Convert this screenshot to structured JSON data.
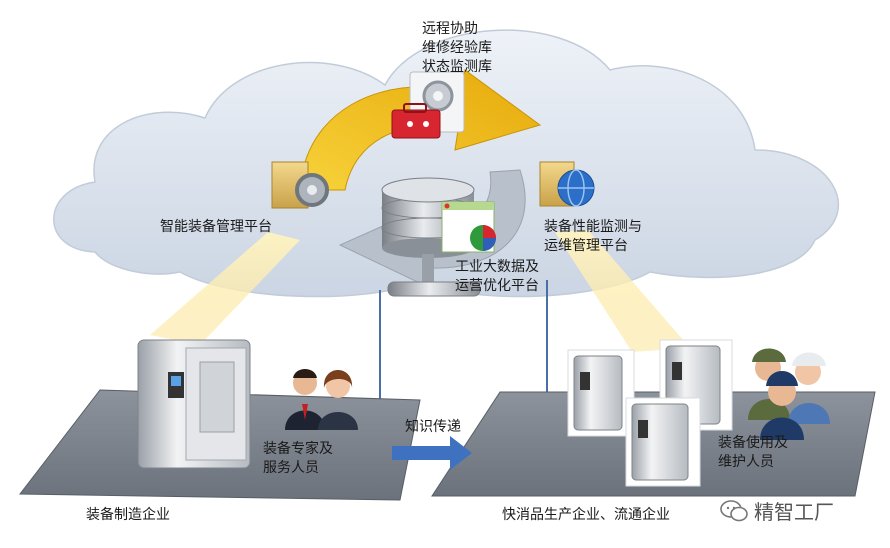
{
  "cloud": {
    "top_labels": [
      "远程协助",
      "维修经验库",
      "状态监测库"
    ],
    "left_platform": "智能装备管理平台",
    "right_platform": [
      "装备性能监测与",
      "运维管理平台"
    ],
    "center_platform": [
      "工业大数据及",
      "运营优化平台"
    ]
  },
  "left_floor": {
    "people_label": [
      "装备专家及",
      "服务人员"
    ],
    "floor_label": "装备制造企业"
  },
  "right_floor": {
    "people_label": [
      "装备使用及",
      "维护人员"
    ],
    "floor_label": "快消品生产企业、流通企业"
  },
  "transfer_label": "知识传递",
  "watermark": "精智工厂",
  "colors": {
    "cloud": "#dce4ef",
    "arrow_yellow": "#f2c019",
    "floor": "#7e8591",
    "beam": "#fbe9a8",
    "arrow_blue": "#3e72c0"
  }
}
